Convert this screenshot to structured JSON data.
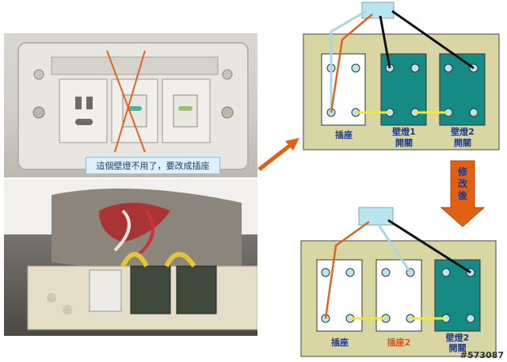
{
  "callout_text": "這個壁燈不用了，要改成插座",
  "before_panel": {
    "outlet_label": "插座",
    "switch1_label_line1": "壁燈1",
    "switch1_label_line2": "開關",
    "switch2_label_line1": "壁燈2",
    "switch2_label_line2": "開關"
  },
  "arrow_label": "修改後",
  "after_panel": {
    "outlet1_label": "插座",
    "outlet2_label": "插座2",
    "switch2_label_line1": "壁燈2",
    "switch2_label_line2": "開關"
  },
  "watermark": "#573087",
  "colors": {
    "panel_bg": "#d8d6a3",
    "switch_teal": "#168a84",
    "outlet_white": "#ffffff",
    "junction_box": "#b8e6ee",
    "wire_orange": "#e0631e",
    "wire_black": "#111111",
    "wire_lightblue": "#a9d7e6",
    "wire_yellow": "#f0ec2a",
    "arrow_orange": "#e06014"
  }
}
